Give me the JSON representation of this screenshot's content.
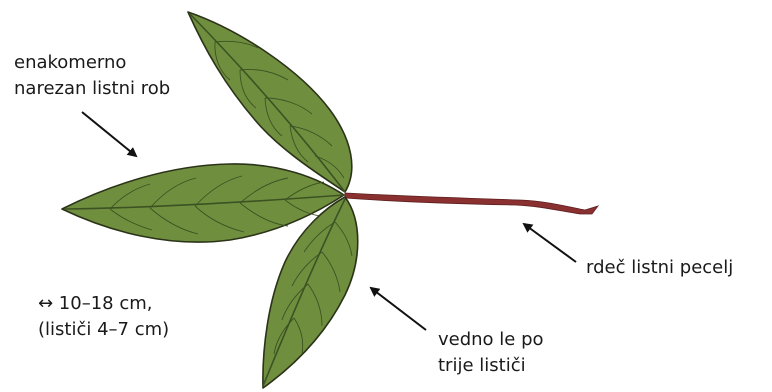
{
  "labels": {
    "edge": {
      "line1": "enakomerno",
      "line2": "narezan listni rob"
    },
    "size": {
      "line1": "↔ 10–18 cm,",
      "line2": "(lističi 4–7 cm)"
    },
    "petiole": {
      "text": "rdeč listni pecelj"
    },
    "leaflets": {
      "line1": "vedno le po",
      "line2": "trije lističi"
    }
  },
  "colors": {
    "leaf_fill": "#6f8f3f",
    "leaf_outline": "#2b3318",
    "vein": "#3d5222",
    "petiole": "#8a3030",
    "text": "#1a1a1a",
    "arrow": "#111111"
  }
}
